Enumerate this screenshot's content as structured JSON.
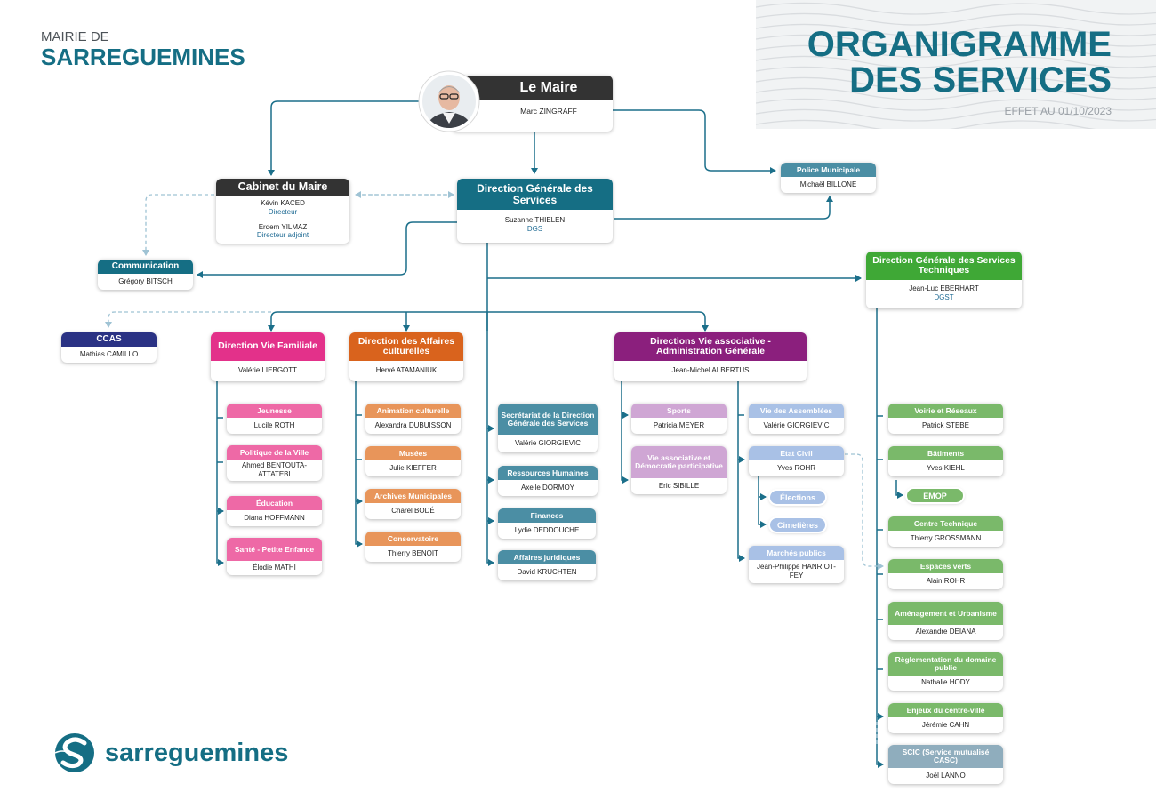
{
  "header": {
    "mairie_de": "MAIRIE DE",
    "city": "SARREGUEMINES",
    "title_line1": "ORGANIGRAMME",
    "title_line2": "DES SERVICES",
    "effect": "EFFET AU 01/10/2023"
  },
  "logo": {
    "text": "sarreguemines"
  },
  "colors": {
    "teal": "#156e84",
    "dark": "#333333",
    "green": "#4aa83c",
    "pink": "#e3318a",
    "orange": "#d9631d",
    "purple": "#8b1f7d",
    "navy": "#2a3284"
  },
  "maire": {
    "title": "Le Maire",
    "name": "Marc ZINGRAFF"
  },
  "cabinet": {
    "title": "Cabinet du Maire",
    "name1": "Kévin KACED",
    "role1": "Directeur",
    "name2": "Erdem YILMAZ",
    "role2": "Directeur adjoint"
  },
  "dgs": {
    "title": "Direction Générale des Services",
    "name": "Suzanne THIELEN",
    "role": "DGS"
  },
  "police": {
    "title": "Police Municipale",
    "name": "Michaël BILLONE"
  },
  "communication": {
    "title": "Communication",
    "name": "Grégory BITSCH"
  },
  "dgst": {
    "title": "Direction Générale des Services Techniques",
    "name": "Jean-Luc EBERHART",
    "role": "DGST"
  },
  "ccas": {
    "title": "CCAS",
    "name": "Mathias CAMILLO"
  },
  "vie_familiale": {
    "title": "Direction Vie Familiale",
    "name": "Valérie LIEBGOTT",
    "services": [
      {
        "title": "Jeunesse",
        "name": "Lucile ROTH"
      },
      {
        "title": "Politique de la Ville",
        "name": "Ahmed BENTOUTA-ATTATEBI"
      },
      {
        "title": "Éducation",
        "name": "Diana HOFFMANN"
      },
      {
        "title": "Santé  - Petite Enfance",
        "name": "Élodie MATHI"
      }
    ]
  },
  "culture": {
    "title": "Direction des Affaires culturelles",
    "name": "Hervé ATAMANIUK",
    "services": [
      {
        "title": "Animation culturelle",
        "name": "Alexandra DUBUISSON"
      },
      {
        "title": "Musées",
        "name": "Julie KIEFFER"
      },
      {
        "title": "Archives Municipales",
        "name": "Charel BODÉ"
      },
      {
        "title": "Conservatoire",
        "name": "Thierry BENOIT"
      }
    ]
  },
  "dgs_services": [
    {
      "title": "Secrétariat de la Direction Générale des Services",
      "name": "Valérie GIORGIEVIC"
    },
    {
      "title": "Ressources Humaines",
      "name": "Axelle DORMOY"
    },
    {
      "title": "Finances",
      "name": "Lydie DEDDOUCHE"
    },
    {
      "title": "Affaires juridiques",
      "name": "David KRUCHTEN"
    }
  ],
  "vie_asso": {
    "title": "Directions Vie associative - Administration Générale",
    "name": "Jean-Michel ALBERTUS",
    "left": [
      {
        "title": "Sports",
        "name": "Patricia MEYER"
      },
      {
        "title": "Vie associative et Démocratie participative",
        "name": "Eric SIBILLE"
      }
    ],
    "right": [
      {
        "title": "Vie des Assemblées",
        "name": "Valérie GIORGIEVIC"
      },
      {
        "title": "Etat Civil",
        "name": "Yves ROHR"
      },
      {
        "title": "Marchés publics",
        "name": "Jean-Philippe HANRIOT-FEY"
      }
    ],
    "pills": [
      "Élections",
      "Cimetières"
    ]
  },
  "technique": {
    "services": [
      {
        "title": "Voirie et Réseaux",
        "name": "Patrick STEBE"
      },
      {
        "title": "Bâtiments",
        "name": "Yves KIEHL"
      },
      {
        "title": "Centre Technique",
        "name": "Thierry GROSSMANN"
      },
      {
        "title": "Espaces verts",
        "name": "Alain ROHR"
      },
      {
        "title": "Aménagement et Urbanisme",
        "name": "Alexandre DEIANA"
      },
      {
        "title": "Règlementation du domaine public",
        "name": "Nathalie HODY"
      },
      {
        "title": "Enjeux du centre-ville",
        "name": "Jérémie CAHN"
      },
      {
        "title": "SCIC (Service mutualisé CASC)",
        "name": "Joël LANNO"
      }
    ],
    "pill": "EMOP"
  }
}
